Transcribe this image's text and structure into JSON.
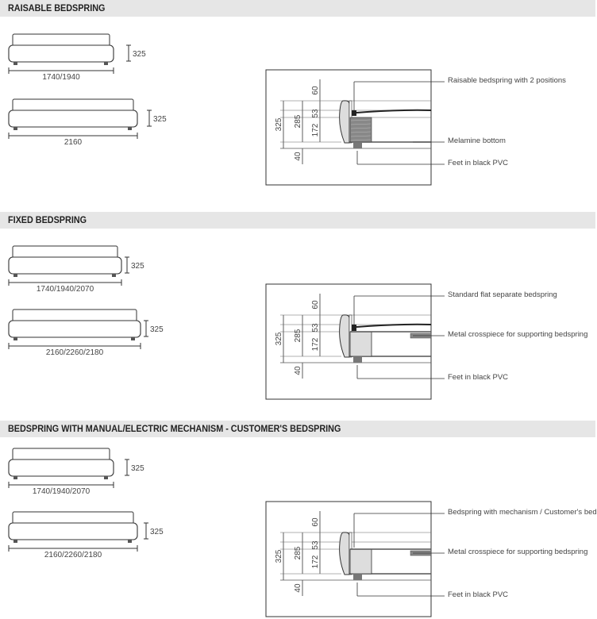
{
  "sections": [
    {
      "title": "RAISABLE BEDSPRING",
      "variant": "raisable",
      "beds": [
        {
          "height": "325",
          "width": "1740/1940"
        },
        {
          "height": "325",
          "width": "2160"
        }
      ],
      "dims": {
        "total": "325",
        "inner": "285",
        "top": "60",
        "mid": "53",
        "low": "172",
        "feet": "40"
      },
      "callouts": [
        "Raisable bedspring with 2 positions",
        "Melamine bottom",
        "Feet in black PVC"
      ]
    },
    {
      "title": "FIXED BEDSPRING",
      "variant": "fixed",
      "beds": [
        {
          "height": "325",
          "width": "1740/1940/2070"
        },
        {
          "height": "325",
          "width": "2160/2260/2180"
        }
      ],
      "dims": {
        "total": "325",
        "inner": "285",
        "top": "60",
        "mid": "53",
        "low": "172",
        "feet": "40"
      },
      "callouts": [
        "Standard flat separate bedspring",
        "Metal crosspiece for supporting bedspring",
        "Feet in black PVC"
      ]
    },
    {
      "title": "BEDSPRING WITH MANUAL/ELECTRIC MECHANISM - CUSTOMER'S BEDSPRING",
      "variant": "mechanism",
      "beds": [
        {
          "height": "325",
          "width": "1740/1940/2070"
        },
        {
          "height": "325",
          "width": "2160/2260/2180"
        }
      ],
      "dims": {
        "total": "325",
        "inner": "285",
        "top": "60",
        "mid": "53",
        "low": "172",
        "feet": "40"
      },
      "callouts": [
        "Bedspring with mechanism / Customer's bedspring",
        "Metal crosspiece for supporting bedspring",
        "Feet in black PVC"
      ]
    }
  ]
}
